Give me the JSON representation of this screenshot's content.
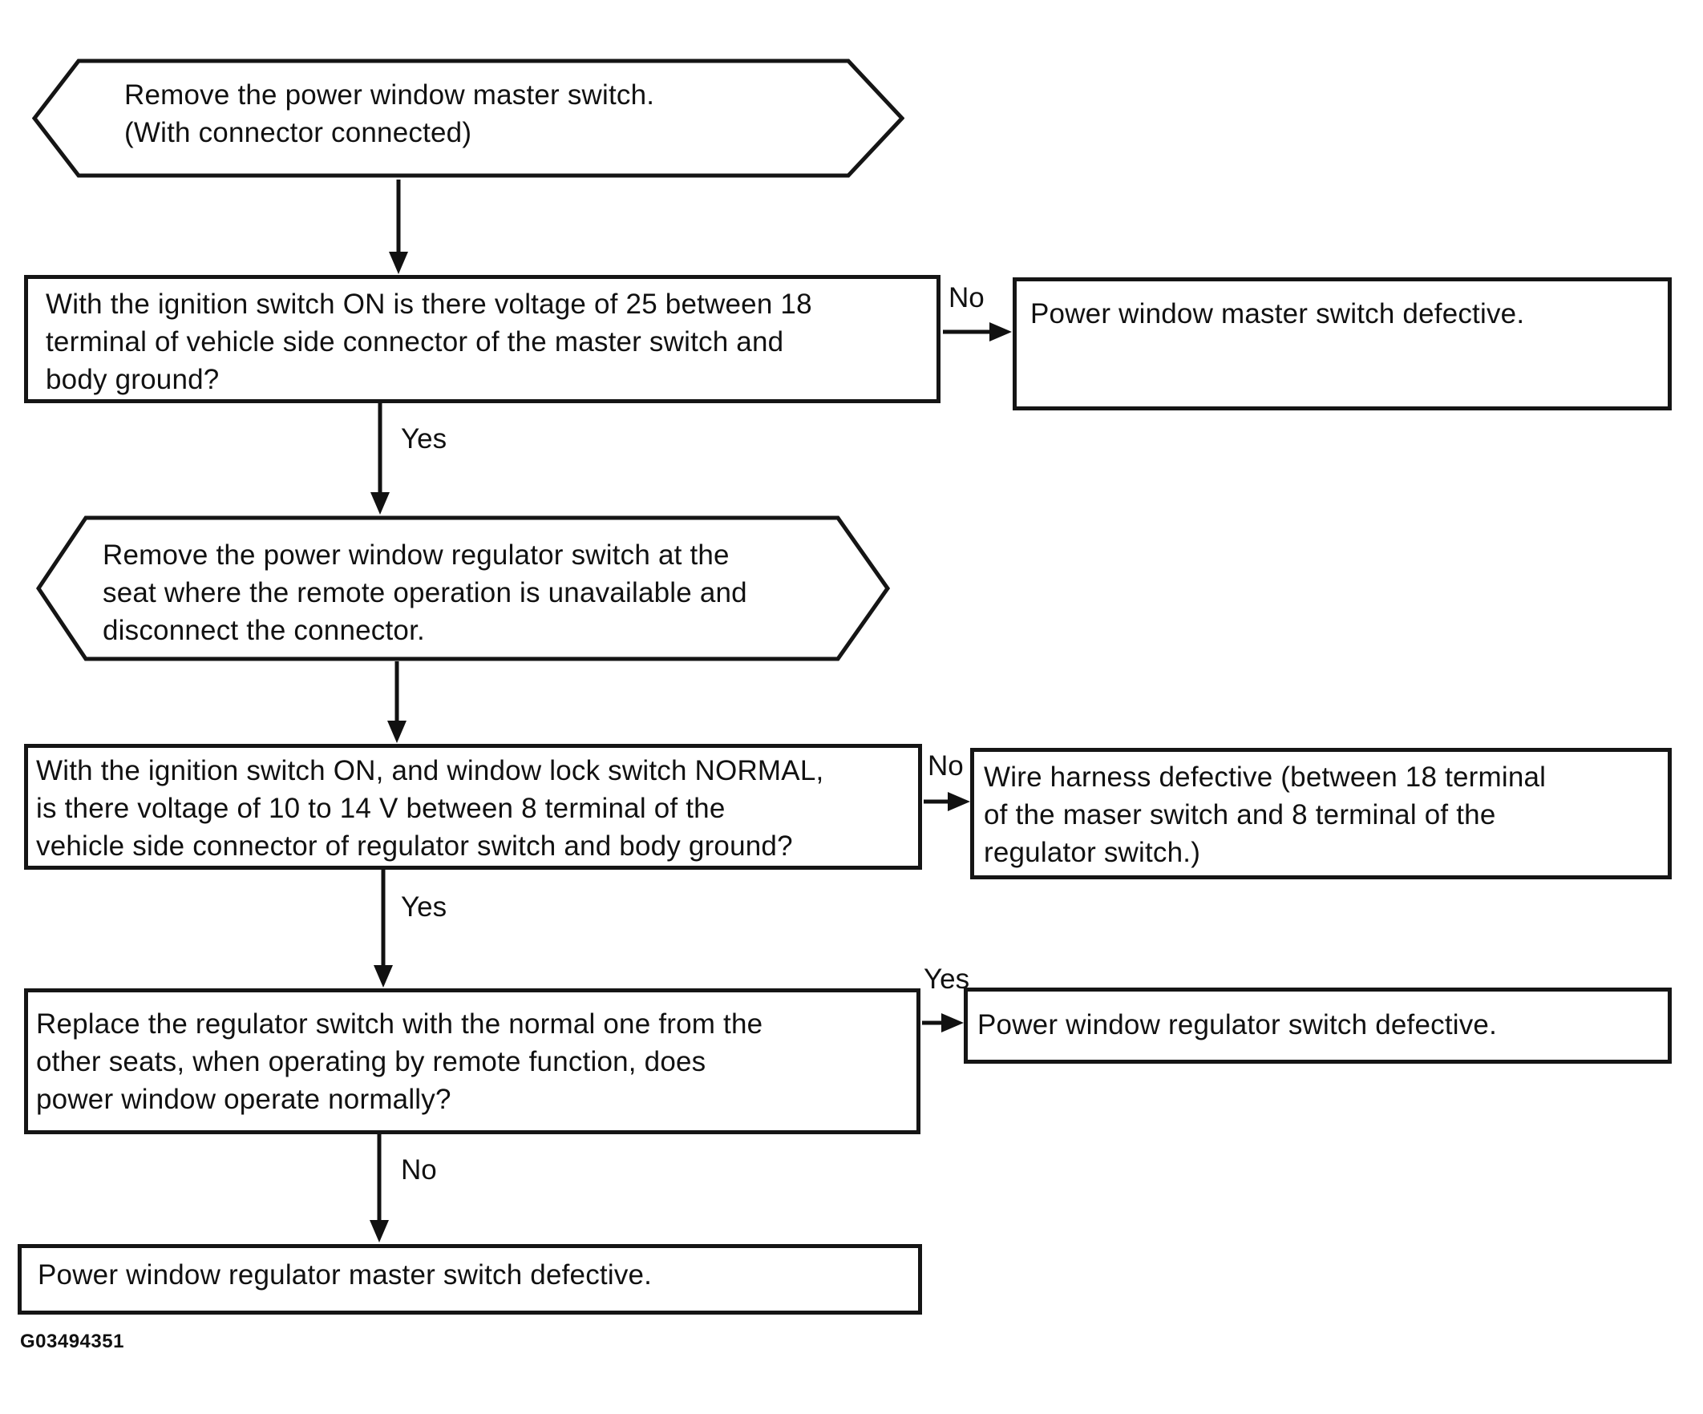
{
  "figure_id": "G03494351",
  "diagram_type": "troubleshooting-flowchart",
  "nodes": {
    "hex1": {
      "shape": "hexagon",
      "text": "Remove the power window master switch.\n(With connector connected)"
    },
    "q1": {
      "shape": "rect",
      "text": "With the ignition switch ON is there voltage of 25 between 18\nterminal of vehicle side connector of the master switch and\nbody ground?"
    },
    "r1": {
      "shape": "rect",
      "text": "Power window master switch defective."
    },
    "hex2": {
      "shape": "hexagon",
      "text": "Remove the power window regulator switch at the\nseat where the remote operation is unavailable and\ndisconnect the connector."
    },
    "q2": {
      "shape": "rect",
      "text": "With the ignition switch ON, and window lock switch NORMAL,\nis there voltage of 10 to 14 V between 8 terminal of the\nvehicle side connector of regulator switch and body ground?"
    },
    "r2": {
      "shape": "rect",
      "text": "Wire harness defective (between 18 terminal\nof the maser switch and 8 terminal of the\nregulator switch.)"
    },
    "q3": {
      "shape": "rect",
      "text": "Replace the regulator switch with the normal one from the\nother seats, when operating by remote function, does\npower window operate normally?"
    },
    "r3": {
      "shape": "rect",
      "text": "Power window regulator switch defective."
    },
    "end": {
      "shape": "rect",
      "text": "Power window regulator master switch defective."
    }
  },
  "edges": [
    {
      "from": "hex1",
      "to": "q1",
      "label": ""
    },
    {
      "from": "q1",
      "to": "r1",
      "label": "No"
    },
    {
      "from": "q1",
      "to": "hex2",
      "label": "Yes"
    },
    {
      "from": "hex2",
      "to": "q2",
      "label": ""
    },
    {
      "from": "q2",
      "to": "r2",
      "label": "No"
    },
    {
      "from": "q2",
      "to": "q3",
      "label": "Yes"
    },
    {
      "from": "q3",
      "to": "r3",
      "label": "Yes"
    },
    {
      "from": "q3",
      "to": "end",
      "label": "No"
    }
  ],
  "colors": {
    "ink": "#111111",
    "background": "#ffffff"
  }
}
